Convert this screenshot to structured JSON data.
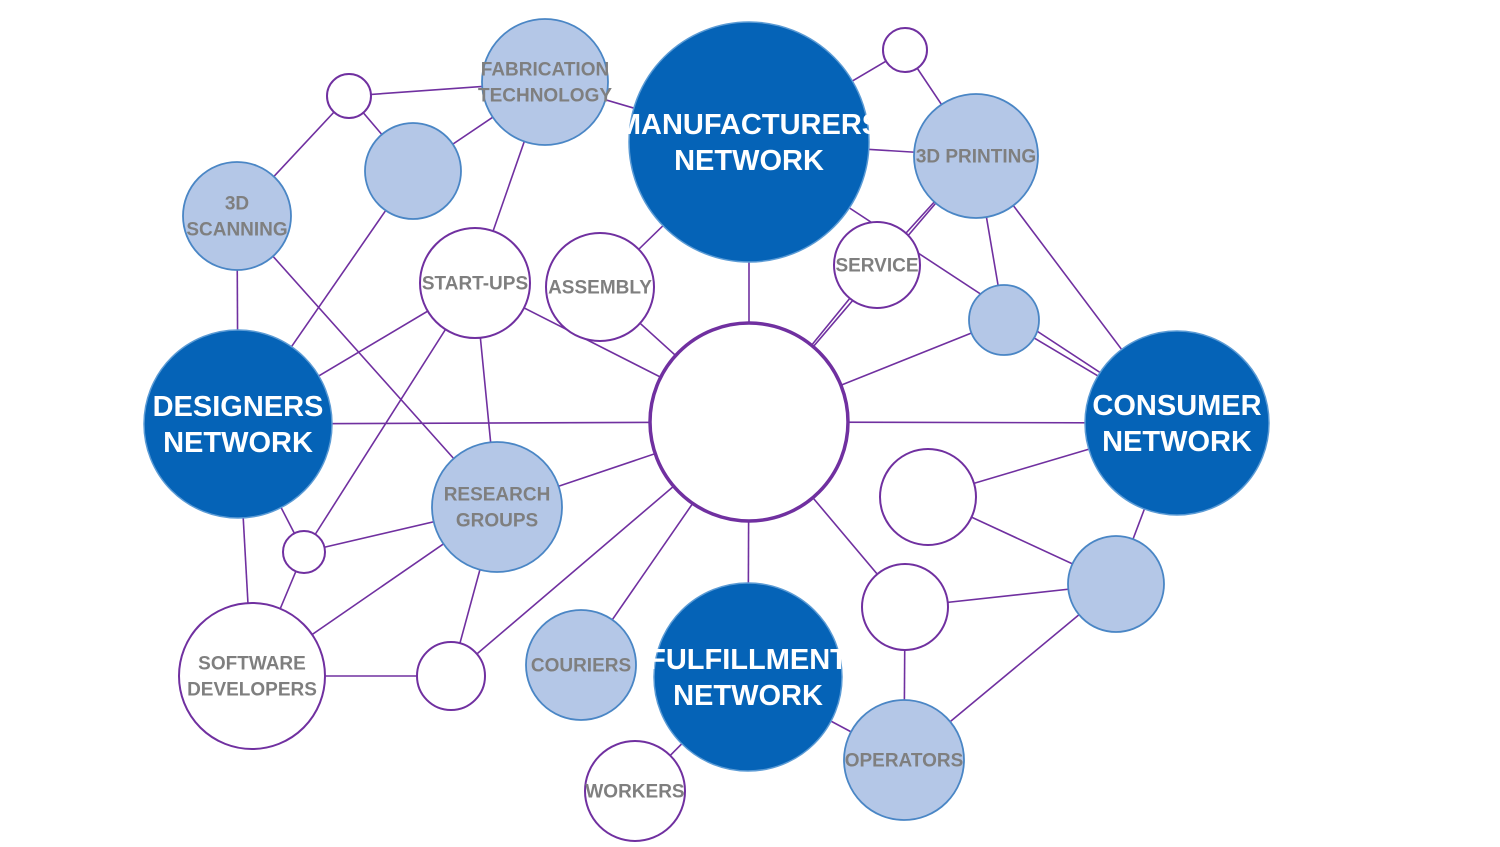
{
  "colors": {
    "primary_fill": "#0563b7",
    "secondary_fill": "#b4c7e7",
    "edge": "#7030a0",
    "primary_text": "#ffffff",
    "secondary_text": "#7f7f7f"
  },
  "nodes": {
    "manufacturers": {
      "lines": [
        "MANUFACTURERS",
        "NETWORK"
      ]
    },
    "designers": {
      "lines": [
        "DESIGNERS",
        "NETWORK"
      ]
    },
    "consumer": {
      "lines": [
        "CONSUMER",
        "NETWORK"
      ]
    },
    "fulfillment": {
      "lines": [
        "FULFILLMENT",
        "NETWORK"
      ]
    },
    "fabrication": {
      "lines": [
        "FABRICATION",
        "TECHNOLOGY"
      ]
    },
    "scanning": {
      "lines": [
        "3D",
        "SCANNING"
      ]
    },
    "printing": {
      "lines": [
        "3D PRINTING"
      ]
    },
    "startups": {
      "lines": [
        "START-UPS"
      ]
    },
    "assembly": {
      "lines": [
        "ASSEMBLY"
      ]
    },
    "service": {
      "lines": [
        "SERVICE"
      ]
    },
    "research": {
      "lines": [
        "RESEARCH",
        "GROUPS"
      ]
    },
    "software": {
      "lines": [
        "SOFTWARE",
        "DEVELOPERS"
      ]
    },
    "couriers": {
      "lines": [
        "COURIERS"
      ]
    },
    "workers": {
      "lines": [
        "WORKERS"
      ]
    },
    "operators": {
      "lines": [
        "OPERATORS"
      ]
    }
  }
}
